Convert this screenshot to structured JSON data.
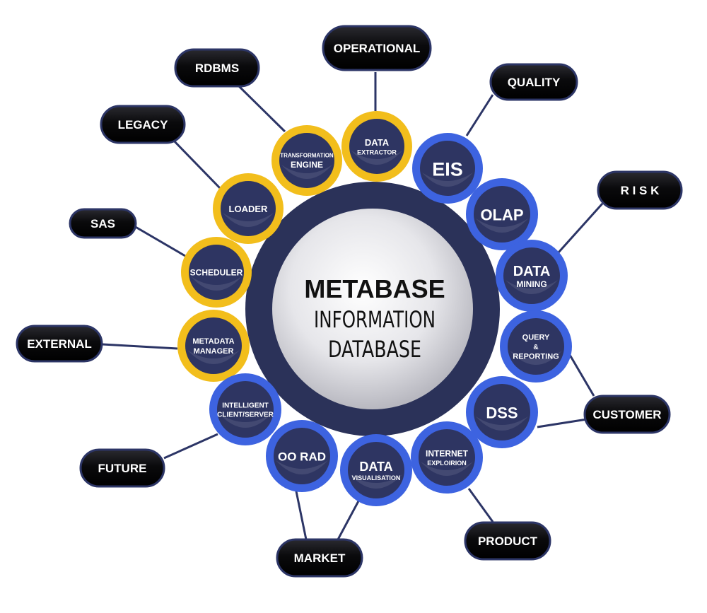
{
  "center": {
    "title": "METABASE",
    "line1": "INFORMATION",
    "line2": "DATABASE"
  },
  "colors": {
    "hub_ring": "#2b3259",
    "hub_core": "#d9d9dd",
    "node_core": "#2e3562",
    "node_yellow_ring": "#f2be1c",
    "node_blue_ring": "#3d63e0",
    "pill": "#0c0c0e",
    "pill_border": "#2c3566",
    "connector": "#2c3566"
  },
  "nodes": [
    {
      "id": "data-extractor",
      "ring": "yellow",
      "lines": [
        "DATA",
        "EXTRACTOR"
      ]
    },
    {
      "id": "transformation-engine",
      "ring": "yellow",
      "lines": [
        "TRANSFORMATION",
        "ENGINE"
      ]
    },
    {
      "id": "loader",
      "ring": "yellow",
      "lines": [
        "LOADER"
      ]
    },
    {
      "id": "scheduler",
      "ring": "yellow",
      "lines": [
        "SCHEDULER"
      ]
    },
    {
      "id": "metadata-manager",
      "ring": "yellow",
      "lines": [
        "METADATA",
        "MANAGER"
      ]
    },
    {
      "id": "eis",
      "ring": "blue",
      "lines": [
        "EIS"
      ]
    },
    {
      "id": "olap",
      "ring": "blue",
      "lines": [
        "OLAP"
      ]
    },
    {
      "id": "data-mining",
      "ring": "blue",
      "lines": [
        "DATA",
        "MINING"
      ]
    },
    {
      "id": "query-reporting",
      "ring": "blue",
      "lines": [
        "QUERY",
        "&",
        "REPORTING"
      ]
    },
    {
      "id": "dss",
      "ring": "blue",
      "lines": [
        "DSS"
      ]
    },
    {
      "id": "internet-exploration",
      "ring": "blue",
      "lines": [
        "INTERNET",
        "EXPLOIRION"
      ]
    },
    {
      "id": "data-visualisation",
      "ring": "blue",
      "lines": [
        "DATA",
        "VISUALISATION"
      ]
    },
    {
      "id": "oo-rad",
      "ring": "blue",
      "lines": [
        "OO RAD"
      ]
    },
    {
      "id": "intelligent-client-server",
      "ring": "blue",
      "lines": [
        "INTELLIGENT",
        "CLIENT/SERVER"
      ]
    }
  ],
  "pills": [
    {
      "id": "operational",
      "label": "OPERATIONAL"
    },
    {
      "id": "rdbms",
      "label": "RDBMS"
    },
    {
      "id": "quality",
      "label": "QUALITY"
    },
    {
      "id": "legacy",
      "label": "LEGACY"
    },
    {
      "id": "risk",
      "label": "R I S K"
    },
    {
      "id": "sas",
      "label": "SAS"
    },
    {
      "id": "external",
      "label": "EXTERNAL"
    },
    {
      "id": "customer",
      "label": "CUSTOMER"
    },
    {
      "id": "future",
      "label": "FUTURE"
    },
    {
      "id": "product",
      "label": "PRODUCT"
    },
    {
      "id": "market",
      "label": "MARKET"
    }
  ]
}
